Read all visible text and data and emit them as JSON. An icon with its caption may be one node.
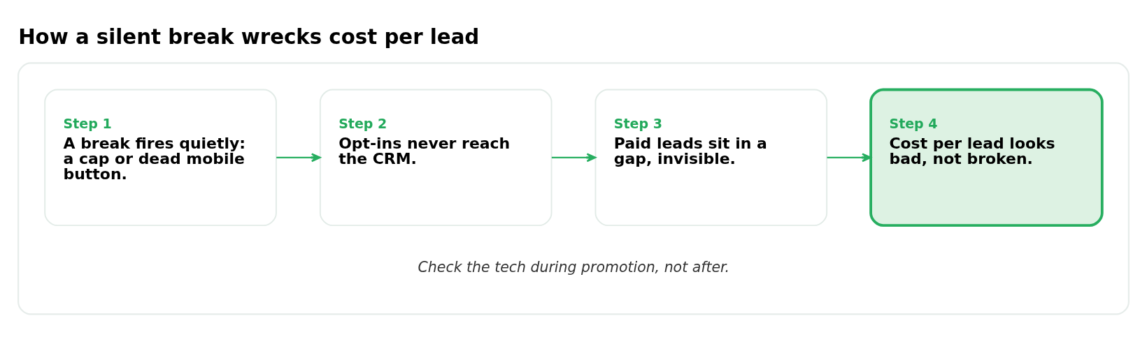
{
  "diagram": {
    "title": "How a silent break wrecks cost per lead",
    "caption": "Check the tech during promotion, not after.",
    "nodes": [
      {
        "text": [],
        "shape": "box"
      },
      {
        "text": [
          "Step 1",
          "A break fires quietly: a cap or dead mobile button."
        ],
        "in": 0
      },
      {
        "text": [
          "Step 2",
          "Opt-ins never reach the CRM."
        ],
        "in": 0
      },
      {
        "text": [
          "Step 3",
          "Paid leads sit in a gap, invisible."
        ],
        "in": 0
      },
      {
        "text": [
          "Step 4",
          "Cost per lead looks bad, not broken."
        ],
        "in": 0
      }
    ],
    "edges": [
      {
        "from": 1,
        "to": 2,
        "arrow": "to"
      },
      {
        "from": 2,
        "to": 3,
        "arrow": "to"
      },
      {
        "from": 3,
        "to": 4,
        "arrow": "to"
      }
    ]
  }
}
